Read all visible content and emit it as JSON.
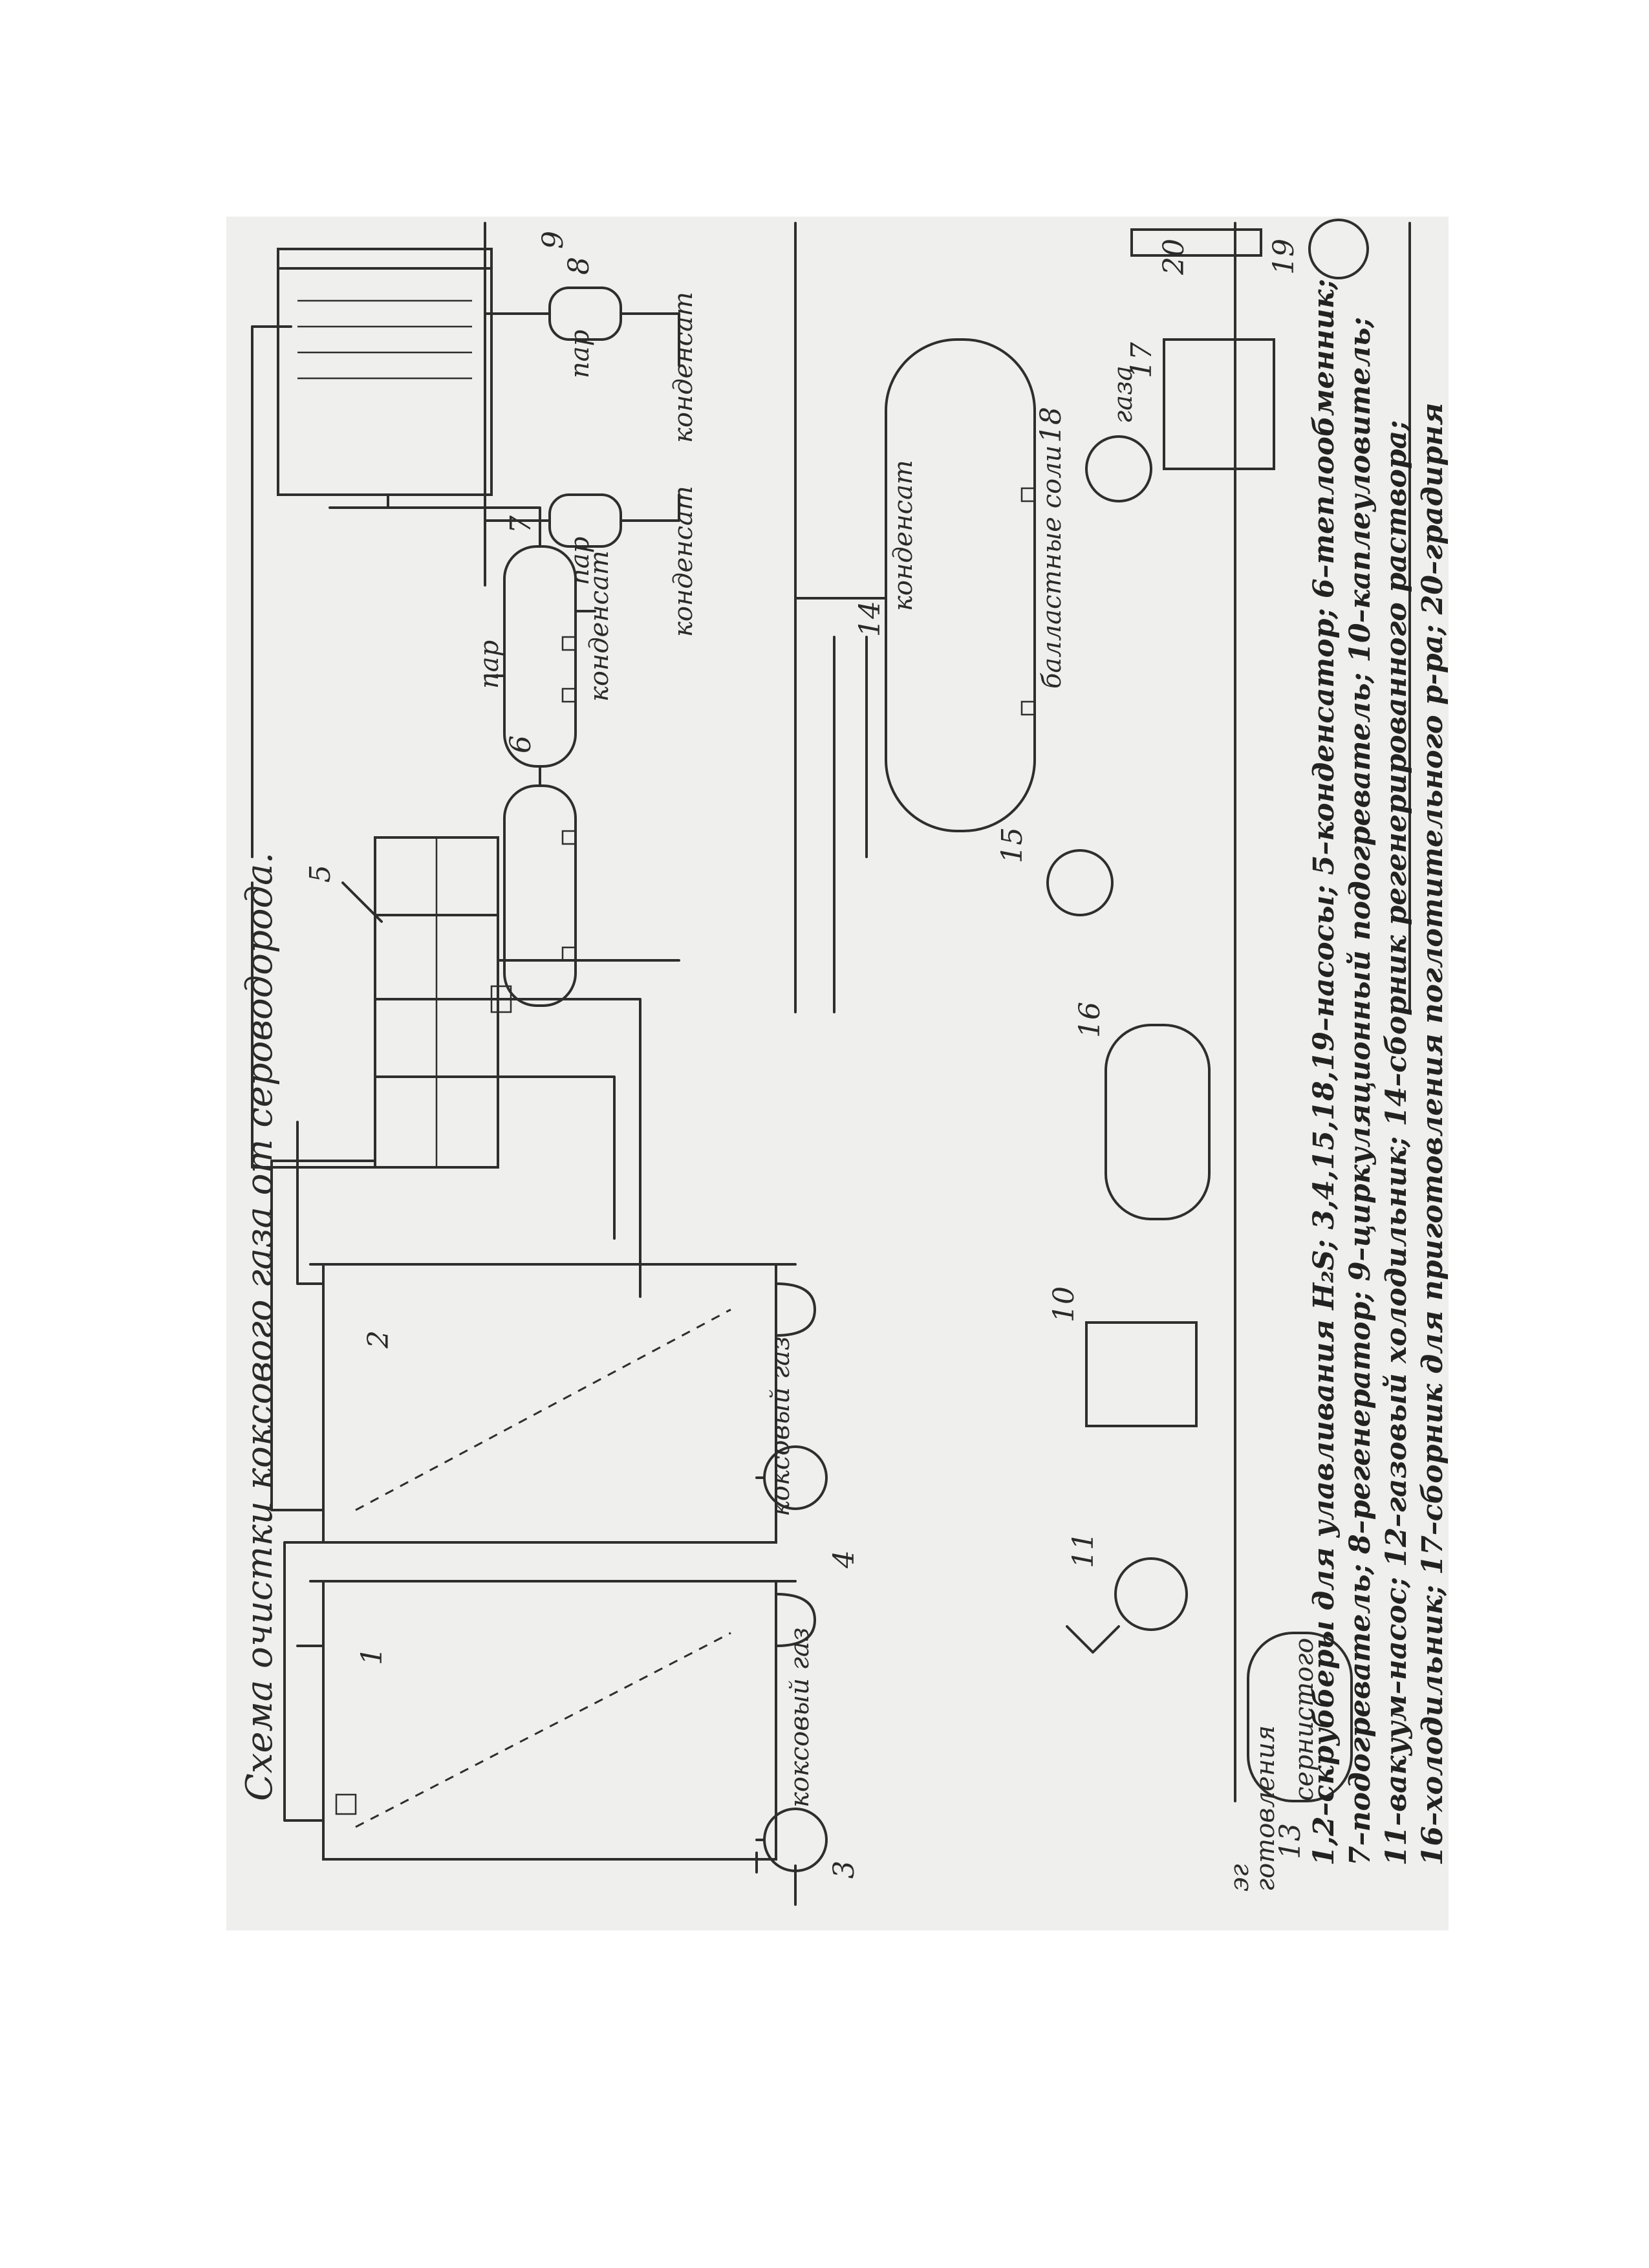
{
  "title": "Схема очистки коксового газа от сероводорода.",
  "labels": {
    "koksovy_gaz_in": "коксовый газ",
    "koksovy_gaz_out": "коксовый газ",
    "par_1": "пар",
    "par_2": "пар",
    "par_3": "пар",
    "kondensat_1": "конденсат",
    "kondensat_2": "конденсат",
    "kondensat_3": "конденсат",
    "kondensat_4": "конденсат",
    "gaza": "газа",
    "ballastnye_soli": "балластные соли",
    "sernistogo_fragment": "сернистого",
    "partial_fragment_1": "готовления",
    "partial_fragment_2": "эг"
  },
  "numbers": [
    "1",
    "2",
    "3",
    "4",
    "5",
    "6",
    "7",
    "8",
    "9",
    "10",
    "11",
    "13",
    "14",
    "15",
    "16",
    "17",
    "18",
    "19",
    "20"
  ],
  "legend": [
    "1,2–скрубберы для улавливания H₂S; 3,4,15,18,19–насосы; 5–конденсатор; 6–теплообменник;",
    "7–подогреватель; 8–регенератор; 9–циркуляционный подогреватель; 10–каплеуловитель;",
    "11–вакуум–насос; 12–газовый холодильник; 14–сборник регенерированного раствора;",
    "16–холодильник; 17–сборник для приготовления поглотительного р-ра; 20–градирня"
  ],
  "icons": [
    "pump-icon",
    "vessel-icon",
    "column-icon",
    "heat-exchanger-icon"
  ]
}
